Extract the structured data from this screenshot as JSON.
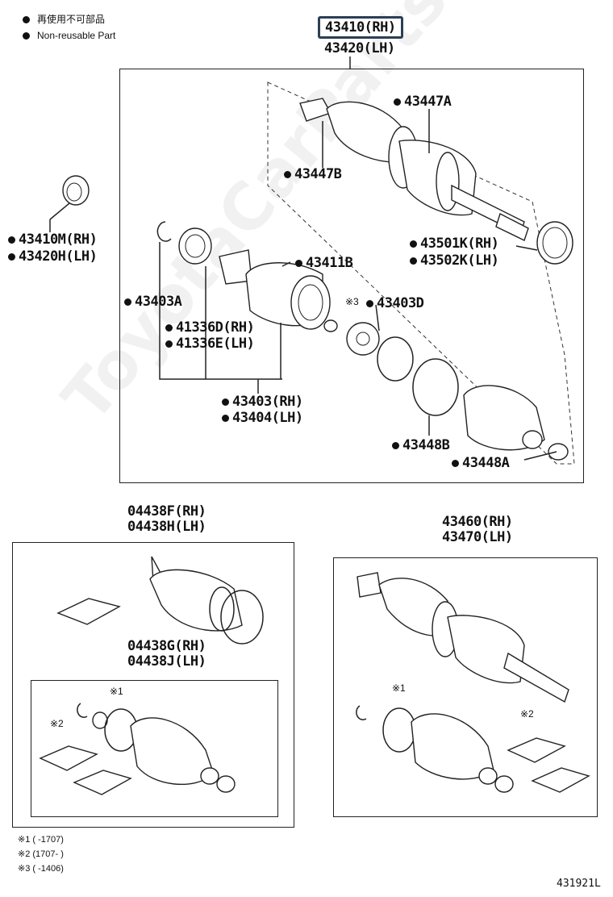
{
  "legend": {
    "jp": "再使用不可部品",
    "en": "Non-reusable Part"
  },
  "main_assembly": {
    "highlighted": "43410(RH)",
    "lh": "43420(LH)"
  },
  "labels": {
    "p43447A": "43447A",
    "p43447B": "43447B",
    "p43410M": "43410M(RH)",
    "p43420H": "43420H(LH)",
    "p43501K": "43501K(RH)",
    "p43502K": "43502K(LH)",
    "p43411B": "43411B",
    "p43403A": "43403A",
    "mark3": "※3",
    "p43403D": "43403D",
    "p41336D": "41336D(RH)",
    "p41336E": "41336E(LH)",
    "p43403": "43403(RH)",
    "p43404": "43404(LH)",
    "p43448B": "43448B",
    "p43448A": "43448A"
  },
  "kit_outer": {
    "rh": "04438F(RH)",
    "lh": "04438H(LH)"
  },
  "kit_inner": {
    "rh": "04438G(RH)",
    "lh": "04438J(LH)",
    "mark1": "※1",
    "mark2": "※2"
  },
  "shaft_assy": {
    "rh": "43460(RH)",
    "lh": "43470(LH)",
    "mark1": "※1",
    "mark2": "※2"
  },
  "notes": [
    "※1 (      -1707)",
    "※2 (1707-      )",
    "※3 (      -1406)"
  ],
  "diagram_code": "431921L",
  "watermark": "ToyotaCarParts.ru"
}
